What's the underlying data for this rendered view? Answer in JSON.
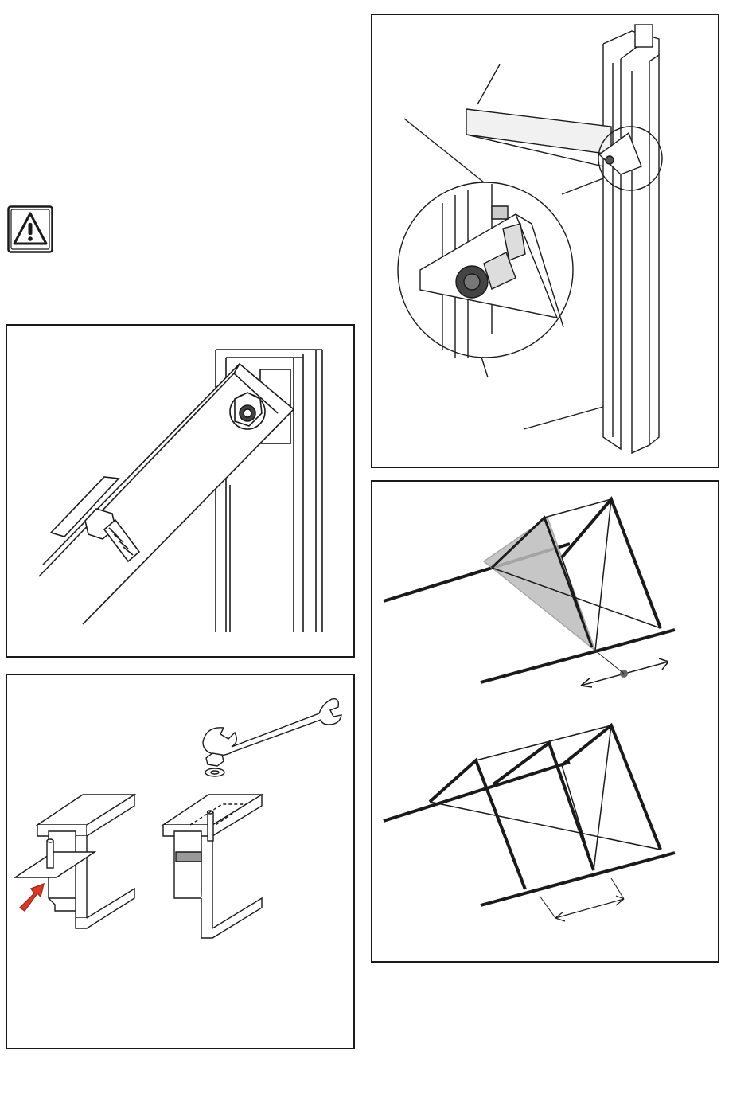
{
  "page": {
    "warning": {
      "icon": "warning-triangle-icon"
    },
    "panels": [
      {
        "id": "bolt-closeup",
        "icon": "bolt-nut-detail-illustration"
      },
      {
        "id": "slot-nut-insertion",
        "icon": "wrench-slot-nut-illustration"
      },
      {
        "id": "post-mount-detail",
        "icon": "magnified-bracket-illustration"
      },
      {
        "id": "triangle-frames",
        "icon": "triangle-frame-spacing-illustration"
      }
    ]
  },
  "colors": {
    "line": "#1a1a1a",
    "arrow_red": "#d63a2a",
    "shade": "#bdbdbd"
  }
}
